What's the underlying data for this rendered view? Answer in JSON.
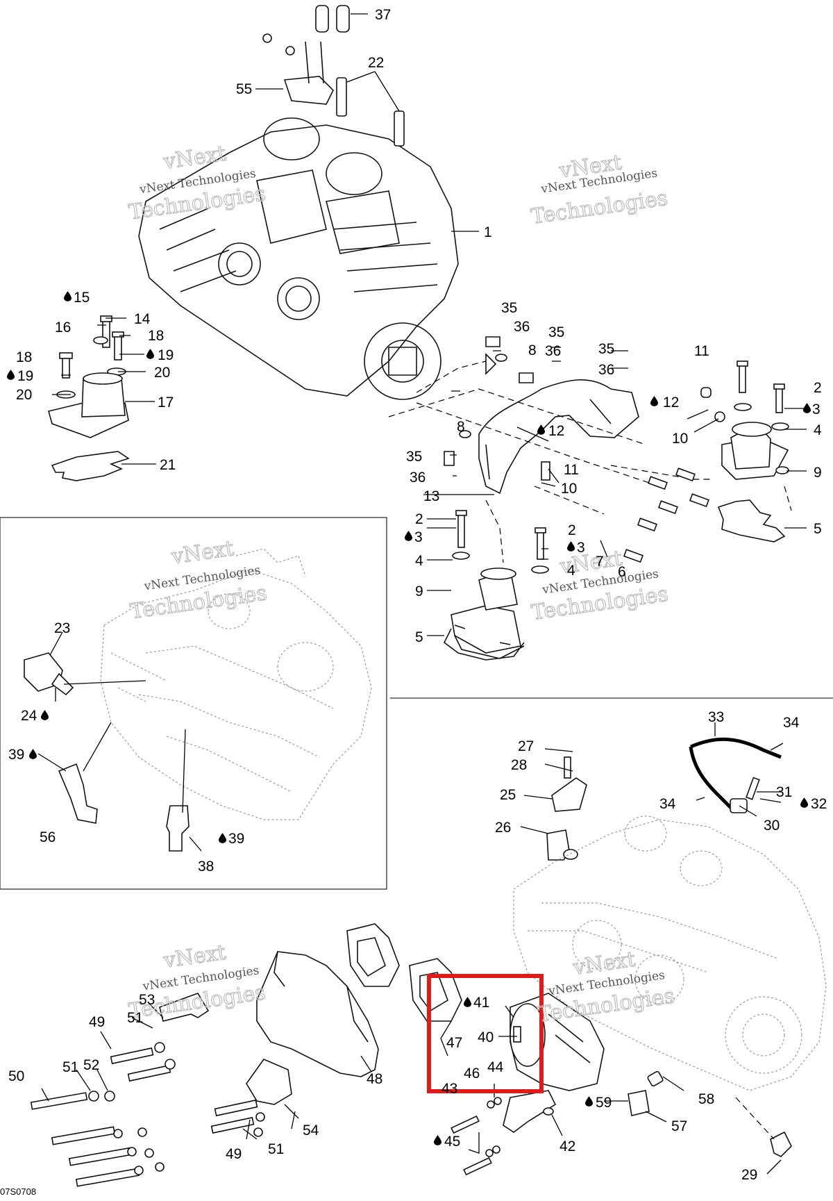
{
  "diagram": {
    "watermark_line1": "vNext Technologies",
    "watermark_line2": "Technologies",
    "watermark_wrap": "vNext",
    "drawing_code": "07S0708",
    "drop_symbol": "oil-drop-icon",
    "highlight_color": "#e01b1b",
    "labels": {
      "n1": "1",
      "n2": "2",
      "n3": "3",
      "n4": "4",
      "n5": "5",
      "n6": "6",
      "n7": "7",
      "n8": "8",
      "n9": "9",
      "n10": "10",
      "n11": "11",
      "n12": "12",
      "n13": "13",
      "n14": "14",
      "n15": "15",
      "n16": "16",
      "n17": "17",
      "n18": "18",
      "n19": "19",
      "n20": "20",
      "n21": "21",
      "n22": "22",
      "n23": "23",
      "n24": "24",
      "n25": "25",
      "n26": "26",
      "n27": "27",
      "n28": "28",
      "n29": "29",
      "n30": "30",
      "n31": "31",
      "n32": "32",
      "n33": "33",
      "n34": "34",
      "n35": "35",
      "n36": "36",
      "n37": "37",
      "n38": "38",
      "n39": "39",
      "n40": "40",
      "n41": "41",
      "n42": "42",
      "n43": "43",
      "n44": "44",
      "n45": "45",
      "n46": "46",
      "n47": "47",
      "n48": "48",
      "n49": "49",
      "n50": "50",
      "n51": "51",
      "n52": "52",
      "n53": "53",
      "n54": "54",
      "n55": "55",
      "n56": "56",
      "n57": "57",
      "n58": "58",
      "n59": "59"
    }
  }
}
